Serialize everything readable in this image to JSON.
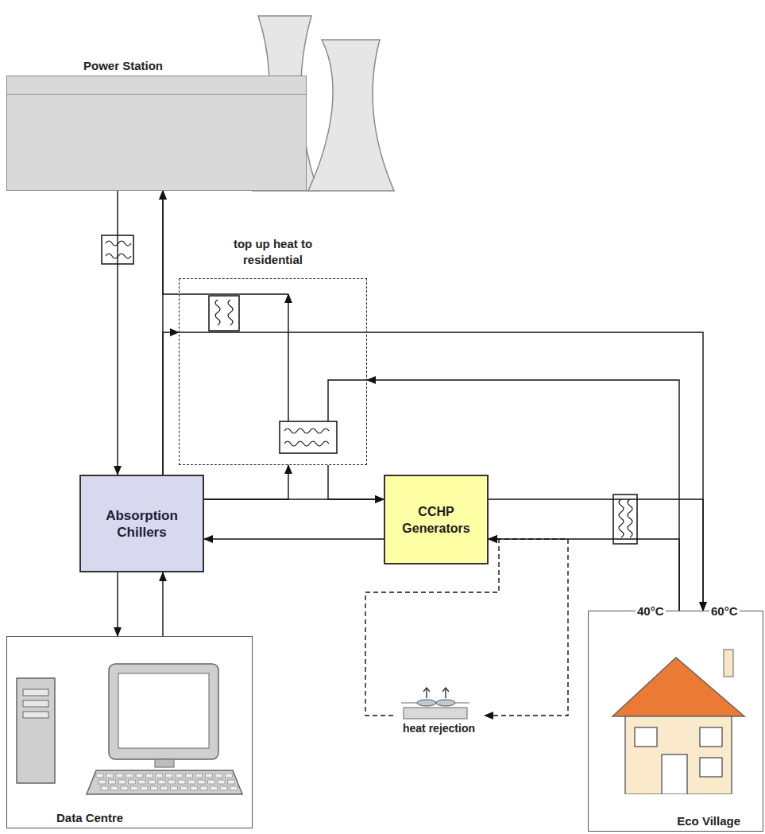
{
  "diagram": {
    "nodes": [
      {
        "text": [
          "Power Station"
        ]
      },
      {
        "text": [
          "top up heat to residential"
        ]
      },
      {
        "text": [
          "Absorption Chillers"
        ]
      },
      {
        "text": [
          "CCHP Generators"
        ]
      },
      {
        "text": [
          "Data Centre"
        ]
      },
      {
        "text": [
          "heat rejection"
        ]
      },
      {
        "text": [
          "Eco Village"
        ]
      }
    ],
    "edges": [
      {
        "from": 0,
        "to": 2,
        "arrow": "to"
      },
      {
        "from": 2,
        "to": 0,
        "arrow": "to"
      },
      {
        "from": 2,
        "to": 4,
        "arrow": "to"
      },
      {
        "from": 4,
        "to": 2,
        "arrow": "to"
      },
      {
        "from": 2,
        "to": 3,
        "arrow": "to"
      },
      {
        "from": 3,
        "to": 2,
        "arrow": "to"
      },
      {
        "from": 3,
        "to": 6,
        "arrow": "to"
      },
      {
        "from": 6,
        "to": 3,
        "arrow": "to"
      },
      {
        "from": 2,
        "to": 1,
        "arrow": "to"
      },
      {
        "from": 1,
        "to": 3,
        "arrow": "to"
      },
      {
        "from": 1,
        "to": 6,
        "arrow": "to"
      },
      {
        "from": 6,
        "to": 1,
        "arrow": "to"
      },
      {
        "from": 1,
        "to": 0,
        "arrow": "to"
      },
      {
        "from": 2,
        "to": 1,
        "arrow": "to"
      },
      {
        "from": 5,
        "to": 3,
        "arrow": "to"
      },
      {
        "from": 3,
        "to": 5,
        "arrow": "to"
      }
    ],
    "labels": [
      "40°C",
      "60°C"
    ]
  }
}
